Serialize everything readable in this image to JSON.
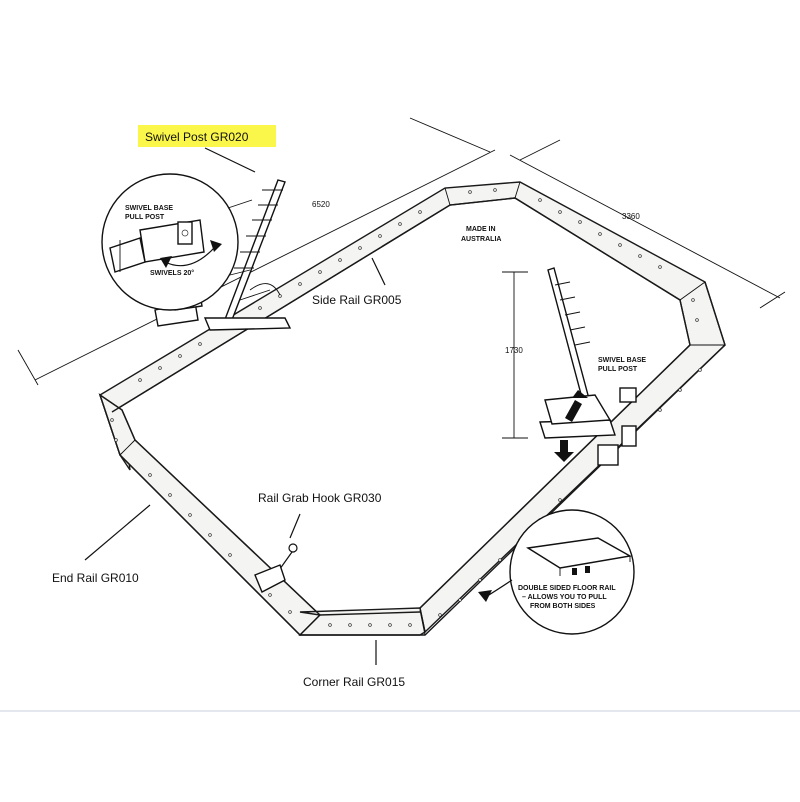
{
  "diagram": {
    "labels": {
      "swivel_post": "Swivel Post  GR020",
      "side_rail": "Side Rail  GR005",
      "rail_grab_hook": "Rail Grab Hook GR030",
      "end_rail": "End Rail  GR010",
      "corner_rail": "Corner Rail  GR015"
    },
    "dimensions": {
      "length": "6520",
      "width": "3360",
      "height": "1730"
    },
    "callouts": {
      "made_in_1": "MADE IN",
      "made_in_2": "AUSTRALIA",
      "swivel_base_a_1": "SWIVEL BASE",
      "swivel_base_a_2": "PULL POST",
      "swivels": "SWIVELS 20°",
      "swivel_base_b_1": "SWIVEL BASE",
      "swivel_base_b_2": "PULL POST",
      "floor_rail_1": "DOUBLE SIDED FLOOR RAIL",
      "floor_rail_2": "– ALLOWS YOU TO PULL",
      "floor_rail_3": "FROM BOTH SIDES"
    },
    "highlight_color": "#fbf64a"
  }
}
